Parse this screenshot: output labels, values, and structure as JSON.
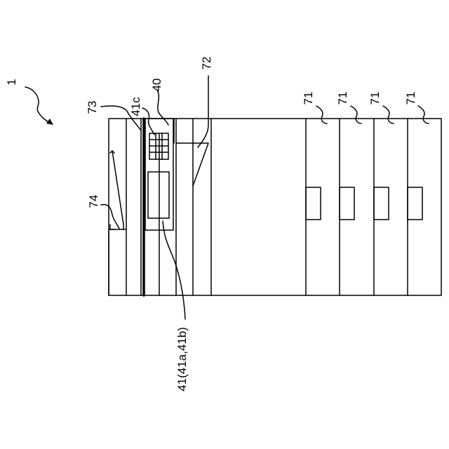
{
  "figure": {
    "line_color": "#000000",
    "background": "#ffffff",
    "labels": {
      "apparatus": "1",
      "ref_73": "73",
      "ref_41c": "41c",
      "ref_40": "40",
      "ref_72": "72",
      "ref_74": "74",
      "ref_71_a": "71",
      "ref_71_b": "71",
      "ref_71_c": "71",
      "ref_71_d": "71",
      "ref_41": "41(41a,41b)"
    }
  }
}
